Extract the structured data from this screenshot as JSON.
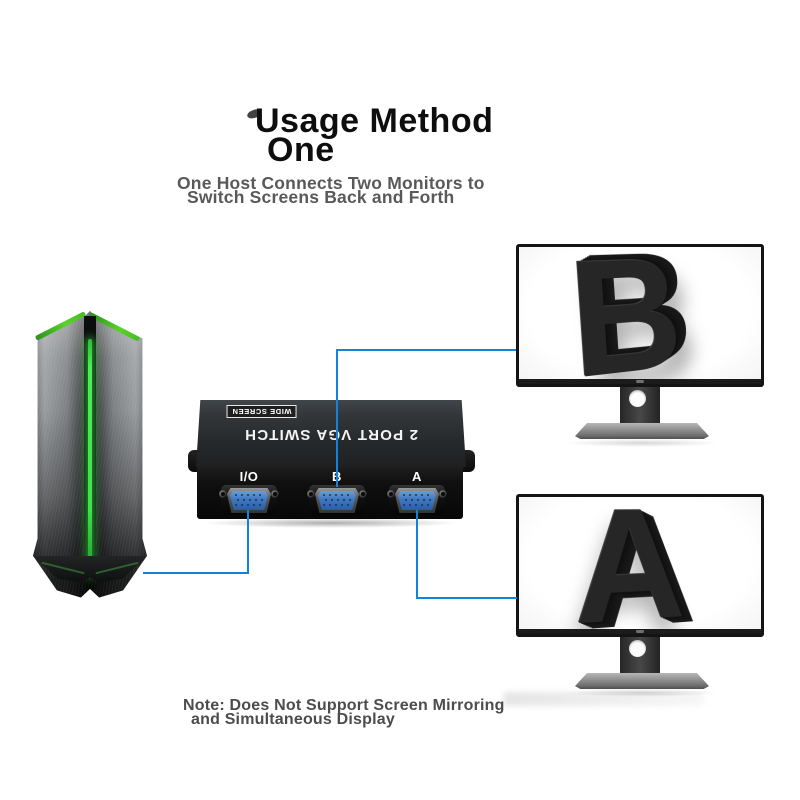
{
  "title": {
    "line1": "Usage Method",
    "line2": "One"
  },
  "subtitle": {
    "line1": "One Host Connects Two Monitors to",
    "line2": "Switch Screens Back and Forth"
  },
  "note": {
    "line1": "Note: Does Not Support Screen Mirroring",
    "line2": "and Simultaneous Display"
  },
  "vga_switch": {
    "top_label": "2 PORT VGA SWITCH",
    "badge": "WIDE SCREEN",
    "ports": [
      {
        "label": "I/O"
      },
      {
        "label": "B"
      },
      {
        "label": "A"
      }
    ]
  },
  "monitors": [
    {
      "letter": "B"
    },
    {
      "letter": "A"
    }
  ],
  "colors": {
    "cable_blue": "#1283dd",
    "led_green": "#3ee24a",
    "edge_green": "#5ad329",
    "vga_port_blue": "#3f78c0",
    "title_black": "#0e0e0e",
    "subtitle_gray": "#595959",
    "note_gray": "#4c4c4c"
  }
}
